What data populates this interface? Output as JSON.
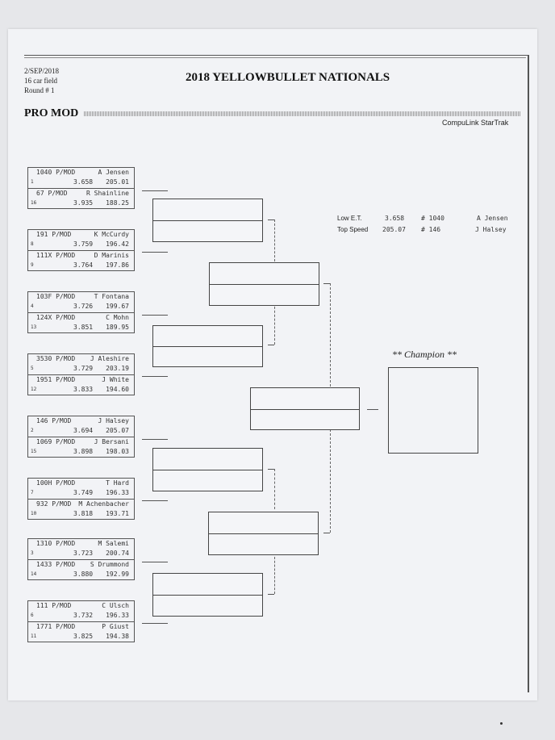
{
  "header": {
    "date": "2/SEP/2018",
    "field": "16 car field",
    "round": "Round # 1",
    "title": "2018 YELLOWBULLET NATIONALS",
    "class_name": "PRO MOD",
    "system": "CompuLink StarTrak"
  },
  "pairs": [
    {
      "lanes": [
        {
          "car": "1040 P/MOD",
          "driver": "A Jensen",
          "seed": "1",
          "et": "3.658",
          "mph": "205.01"
        },
        {
          "car": "67 P/MOD",
          "driver": "R Shainline",
          "seed": "16",
          "et": "3.935",
          "mph": "188.25"
        }
      ]
    },
    {
      "lanes": [
        {
          "car": "191 P/MOD",
          "driver": "K McCurdy",
          "seed": "8",
          "et": "3.759",
          "mph": "196.42"
        },
        {
          "car": "111X P/MOD",
          "driver": "D Marinis",
          "seed": "9",
          "et": "3.764",
          "mph": "197.86"
        }
      ]
    },
    {
      "lanes": [
        {
          "car": "103F P/MOD",
          "driver": "T Fontana",
          "seed": "4",
          "et": "3.726",
          "mph": "199.67"
        },
        {
          "car": "124X P/MOD",
          "driver": "C Mohn",
          "seed": "13",
          "et": "3.851",
          "mph": "189.95"
        }
      ]
    },
    {
      "lanes": [
        {
          "car": "3530 P/MOD",
          "driver": "J Aleshire",
          "seed": "5",
          "et": "3.729",
          "mph": "203.19"
        },
        {
          "car": "1951 P/MOD",
          "driver": "J White",
          "seed": "12",
          "et": "3.833",
          "mph": "194.60"
        }
      ]
    },
    {
      "lanes": [
        {
          "car": "146 P/MOD",
          "driver": "J Halsey",
          "seed": "2",
          "et": "3.694",
          "mph": "205.07"
        },
        {
          "car": "1069 P/MOD",
          "driver": "J Bersani",
          "seed": "15",
          "et": "3.898",
          "mph": "198.03"
        }
      ]
    },
    {
      "lanes": [
        {
          "car": "100H P/MOD",
          "driver": "T Hard",
          "seed": "7",
          "et": "3.749",
          "mph": "196.33"
        },
        {
          "car": "932 P/MOD",
          "driver": "M Achenbacher",
          "seed": "10",
          "et": "3.818",
          "mph": "193.71"
        }
      ]
    },
    {
      "lanes": [
        {
          "car": "1310 P/MOD",
          "driver": "M Salemi",
          "seed": "3",
          "et": "3.723",
          "mph": "200.74"
        },
        {
          "car": "1433 P/MOD",
          "driver": "S Drummond",
          "seed": "14",
          "et": "3.880",
          "mph": "192.99"
        }
      ]
    },
    {
      "lanes": [
        {
          "car": "111 P/MOD",
          "driver": "C Ulsch",
          "seed": "6",
          "et": "3.732",
          "mph": "196.33"
        },
        {
          "car": "1771 P/MOD",
          "driver": "P Giust",
          "seed": "11",
          "et": "3.825",
          "mph": "194.38"
        }
      ]
    }
  ],
  "stats": {
    "low_et": {
      "label": "Low  E.T.",
      "value": "3.658",
      "car": "# 1040",
      "driver": "A Jensen"
    },
    "top_speed": {
      "label": "Top Speed",
      "value": "205.07",
      "car": "# 146",
      "driver": "J Halsey"
    }
  },
  "champion_label": "** Champion **"
}
